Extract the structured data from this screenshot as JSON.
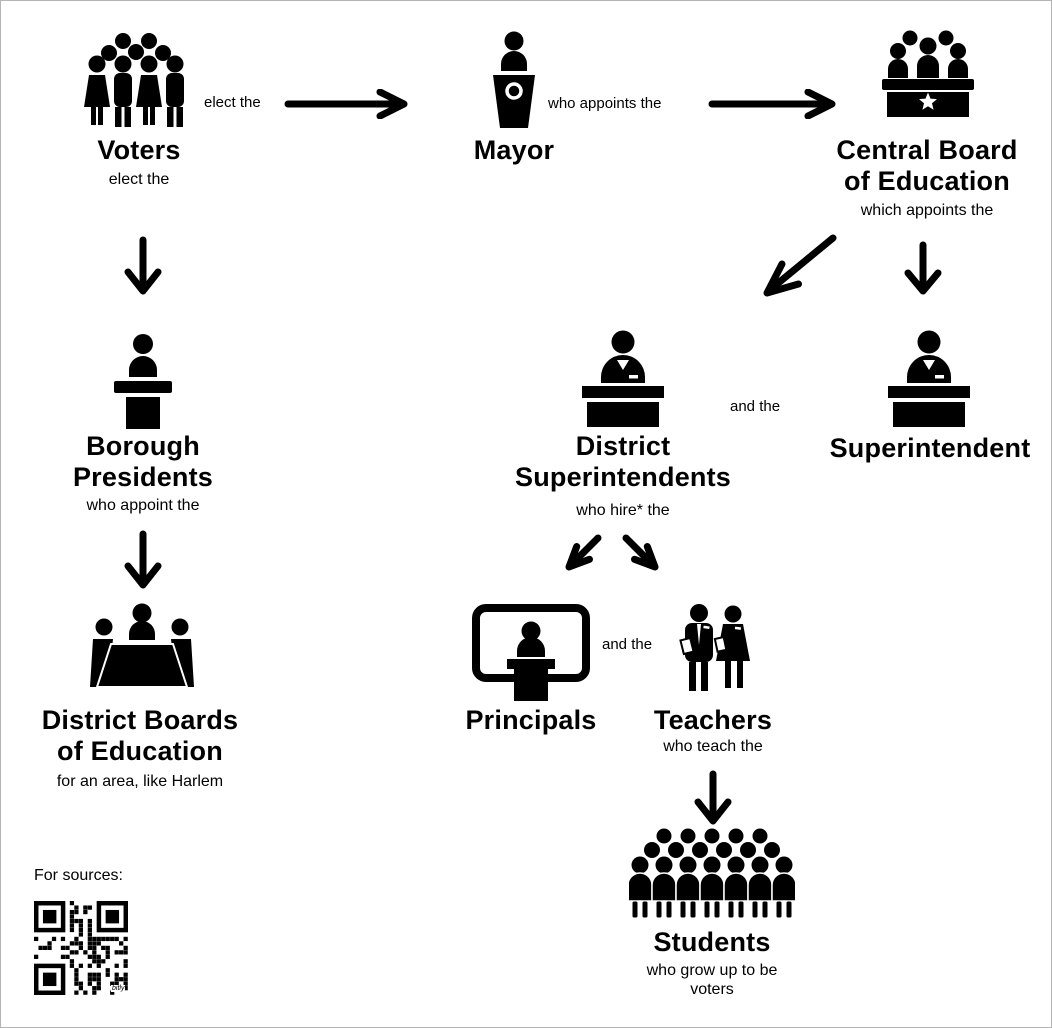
{
  "nodes": {
    "voters": {
      "icon": "crowd-icon",
      "label": "Voters",
      "sublabel": "elect the"
    },
    "mayor": {
      "icon": "podium-speaker-icon",
      "label": "Mayor"
    },
    "central_board": {
      "icon": "board-panel-icon",
      "label": "Central Board\nof Education",
      "sublabel": "which appoints the"
    },
    "borough_presidents": {
      "icon": "lectern-speaker-icon",
      "label": "Borough\nPresidents",
      "sublabel": "who appoint the"
    },
    "district_superintendents": {
      "icon": "person-at-desk-icon",
      "label": "District\nSuperintendents",
      "sublabel": "who hire* the"
    },
    "superintendent": {
      "icon": "person-at-desk-icon",
      "label": "Superintendent"
    },
    "district_boards": {
      "icon": "meeting-table-icon",
      "label": "District Boards\nof Education",
      "sublabel": "for an area, like Harlem"
    },
    "principals": {
      "icon": "presenter-board-icon",
      "label": "Principals"
    },
    "teachers": {
      "icon": "teacher-pair-icon",
      "label": "Teachers",
      "sublabel": "who teach the"
    },
    "students": {
      "icon": "student-crowd-icon",
      "label": "Students",
      "sublabel": "who grow up to be\nvoters"
    }
  },
  "edges": {
    "voters_to_mayor": "elect the",
    "mayor_to_central_board": "who appoints the",
    "district_and_the": "and the",
    "principals_and_the": "and the"
  },
  "footer": {
    "sources_label": "For sources:",
    "qr_brand": "bitly"
  },
  "colors": {
    "ink": "#000000",
    "background": "#ffffff",
    "border": "#b4b4b4"
  }
}
